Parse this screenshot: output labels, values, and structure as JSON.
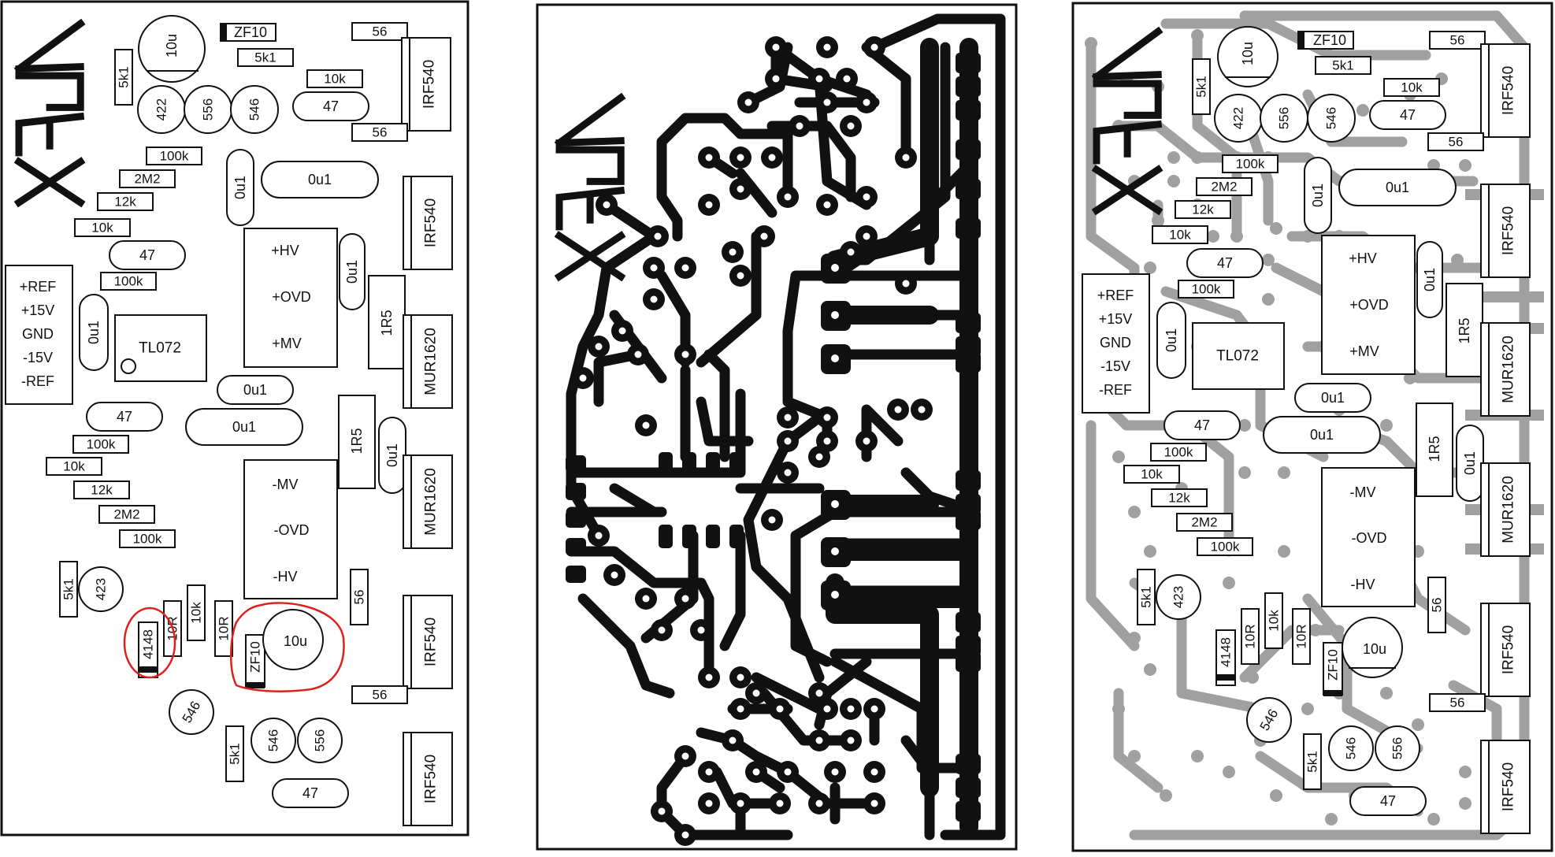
{
  "logo": {
    "text": "APEX"
  },
  "panels": [
    "silkscreen",
    "copper",
    "overlay"
  ],
  "components": {
    "c10u_top": "10u",
    "zf10": "ZF10",
    "r56_top": "56",
    "irf_top": "IRF540",
    "r5k1_a": "5k1",
    "r5k1_b": "5k1",
    "r10k_a": "10k",
    "c47_a": "47",
    "r56_b": "56",
    "q422": "422",
    "q556_a": "556",
    "q546_a": "546",
    "r100k_a": "100k",
    "c0u1_a": "0u1",
    "c0u1_b": "0u1",
    "r2m2_a": "2M2",
    "r12k_a": "12k",
    "r10k_b": "10k",
    "irf_2": "IRF540",
    "hv_pos": "+HV",
    "ovd_pos": "+OVD",
    "mv_pos": "+MV",
    "c47_b": "47",
    "c0u1_c": "0u1",
    "r100k_b": "100k",
    "conn": [
      "+REF",
      "+15V",
      "GND",
      "-15V",
      "-REF"
    ],
    "c0u1_d": "0u1",
    "tl072": "TL072",
    "r1r5_a": "1R5",
    "mur_a": "MUR1620",
    "c0u1_e": "0u1",
    "c47_c": "47",
    "c0u1_f": "0u1",
    "r1r5_b": "1R5",
    "c0u1_g": "0u1",
    "r100k_c": "100k",
    "r10k_c": "10k",
    "mv_neg": "-MV",
    "ovd_neg": "-OVD",
    "hv_neg": "-HV",
    "mur_b": "MUR1620",
    "r12k_b": "12k",
    "r2m2_b": "2M2",
    "r100k_d": "100k",
    "r5k1_c": "5k1",
    "q423": "423",
    "r56_c": "56",
    "d4148": "4148",
    "r10r_a": "10R",
    "r10k_d": "10k",
    "r10r_b": "10R",
    "zf10_b": "ZF10",
    "c10u_b": "10u",
    "irf_3": "IRF540",
    "r56_d": "56",
    "q546_b": "546",
    "r5k1_d": "5k1",
    "q546_c": "546",
    "q556_b": "556",
    "irf_4": "IRF540",
    "c47_d": "47"
  },
  "colors": {
    "ink": "#111111",
    "highlight": "#e0201c",
    "trace_gray": "#a0a0a0",
    "board_bg": "#ffffff"
  }
}
